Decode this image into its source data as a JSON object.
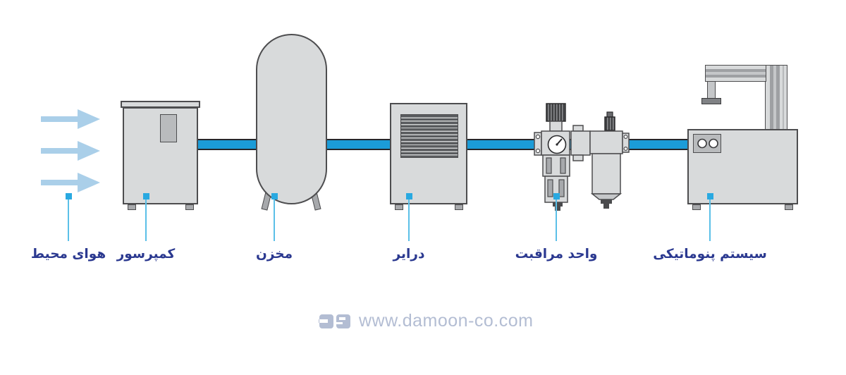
{
  "diagram": {
    "description": "compressed air / pneumatic system flow diagram",
    "components": [
      {
        "id": "ambient-air",
        "label": "هوای محیط"
      },
      {
        "id": "compressor",
        "label": "کمپرسور"
      },
      {
        "id": "tank",
        "label": "مخزن"
      },
      {
        "id": "dryer",
        "label": "درایر"
      },
      {
        "id": "service-unit",
        "label": "واحد مراقبت"
      },
      {
        "id": "pneumatic-system",
        "label": "سیستم پنوماتیکی"
      }
    ],
    "colors": {
      "pipe_blue": "#1b9cd8",
      "arrow_light_blue": "#aacfe9",
      "marker_blue": "#29a9e1",
      "lead_line_blue": "#5bc0e8",
      "label_navy": "#2b3990",
      "device_fill": "#d8dadb",
      "device_border": "#4d4d4f",
      "panel_fill": "#b9bbbd",
      "footer_gray_blue": "#b3bdd3"
    }
  },
  "footer": {
    "logo_icon": "damoon-logo",
    "website": "www.damoon-co.com"
  }
}
